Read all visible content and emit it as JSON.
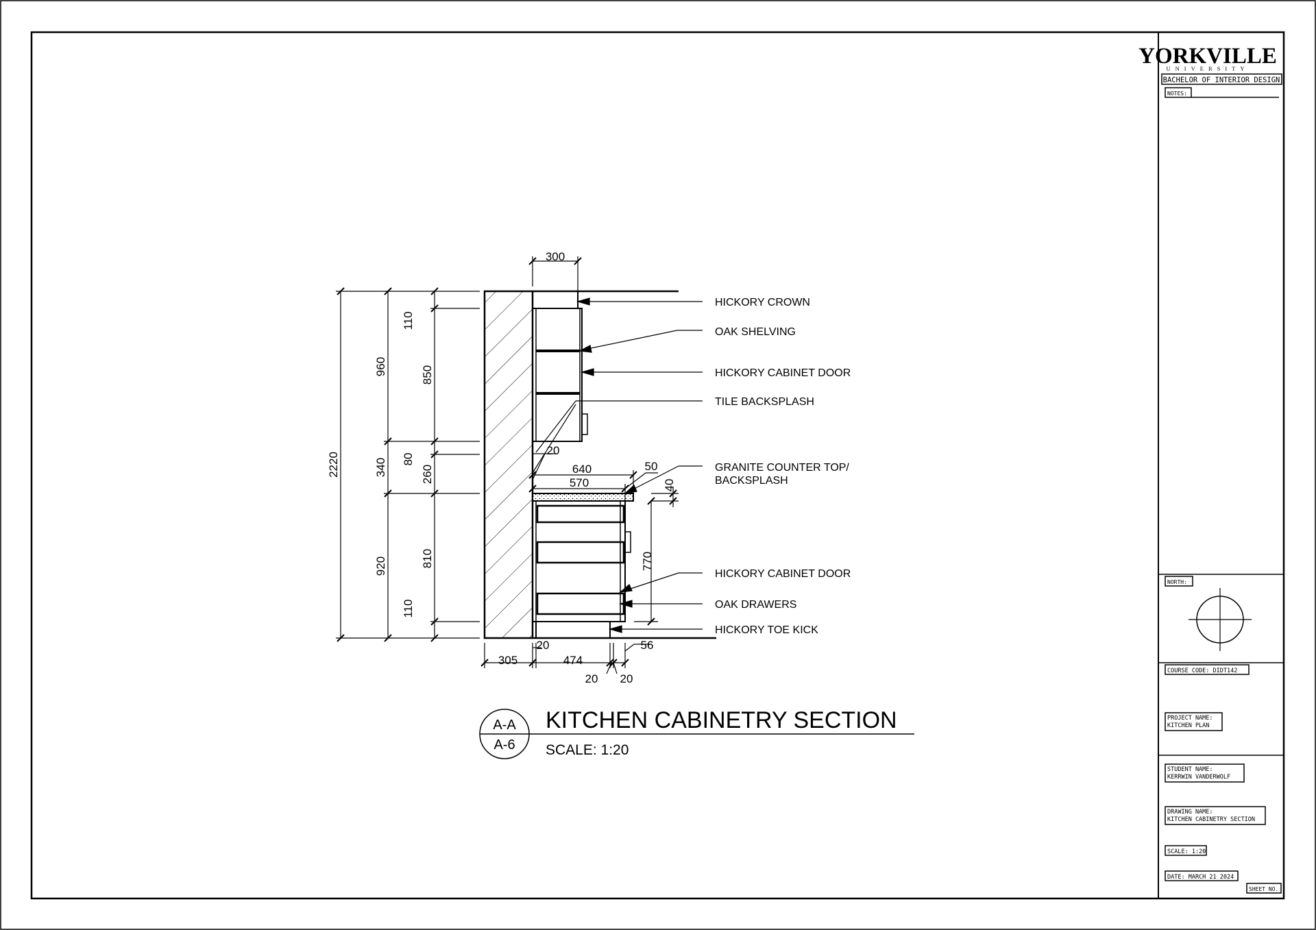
{
  "drawing": {
    "title": "KITCHEN CABINETRY SECTION",
    "scale_label": "SCALE: 1:20",
    "section_tag_top": "A-A",
    "section_tag_bottom": "A-6"
  },
  "dimensions": {
    "top_width": "300",
    "overall_height": "2220",
    "upper_zone": "960",
    "mid_zone": "340",
    "lower_zone": "920",
    "crown_height": "110",
    "upper_cabinet": "850",
    "gap_80": "80",
    "backsplash_260": "260",
    "base_cabinet": "810",
    "toe_kick_height": "110",
    "gap_20": "20",
    "counter_depth": "640",
    "cabinet_depth": "570",
    "overhang": "50",
    "counter_thickness": "40",
    "door_height": "770",
    "wall_thickness": "305",
    "bottom_20": "20",
    "base_width": "474",
    "bottom_56": "56",
    "bottom_20b": "20",
    "bottom_20c": "20"
  },
  "callouts": {
    "crown": "HICKORY CROWN",
    "shelving": "OAK SHELVING",
    "upper_door": "HICKORY CABINET DOOR",
    "tile": "TILE BACKSPLASH",
    "granite_1": "GRANITE COUNTER TOP/",
    "granite_2": "BACKSPLASH",
    "lower_door": "HICKORY CABINET DOOR",
    "drawers": "OAK DRAWERS",
    "toe_kick": "HICKORY TOE KICK"
  },
  "title_block": {
    "logo_main": "YORKVILLE",
    "logo_sub": "UNIVERSITY",
    "program": "BACHELOR OF INTERIOR DESIGN",
    "notes_label": "NOTES:",
    "north_label": "NORTH:",
    "course_code": "COURSE CODE: DIDT142",
    "project_name_1": "PROJECT NAME:",
    "project_name_2": "KITCHEN PLAN",
    "student_name_1": "STUDENT NAME:",
    "student_name_2": "KERRWIN VANDERWOLF",
    "drawing_name_1": "DRAWING NAME:",
    "drawing_name_2": "KITCHEN CABINETRY SECTION",
    "scale": "SCALE: 1:20",
    "date": "DATE: MARCH 21 2024",
    "sheet_no": "SHEET NO."
  }
}
